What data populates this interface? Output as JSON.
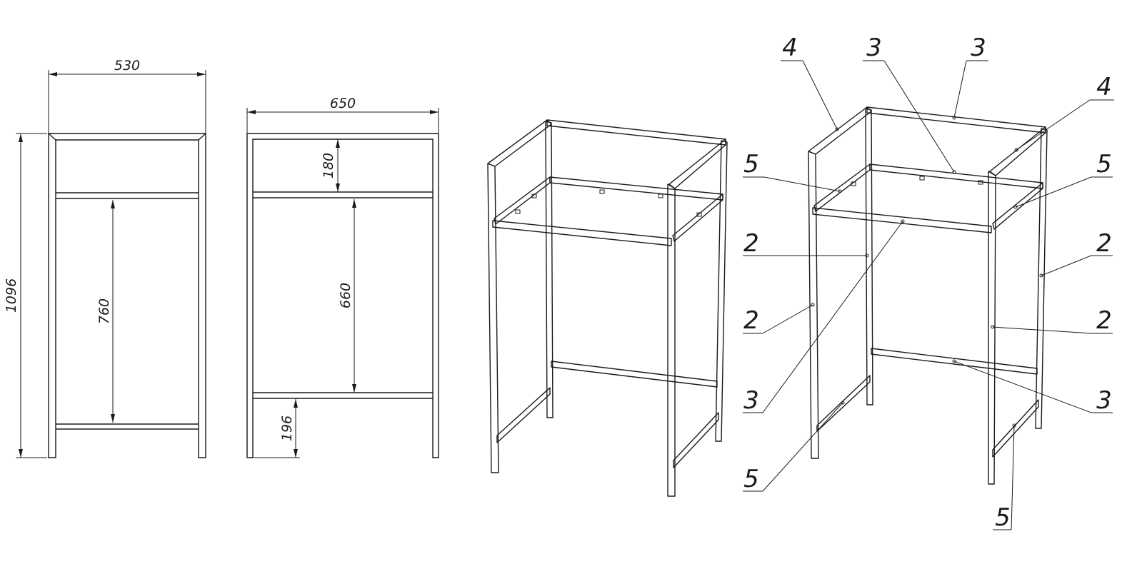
{
  "front_view": {
    "width_dim": "530",
    "height_dim": "1096",
    "inner_dim": "760"
  },
  "side_view": {
    "width_dim": "650",
    "top_dim": "180",
    "mid_dim": "660",
    "bottom_dim": "196"
  },
  "callouts": {
    "top_left_4": "4",
    "top_mid_3": "3",
    "top_right_3": "3",
    "right_4": "4",
    "left_5_upper": "5",
    "right_5_upper": "5",
    "left_2_upper": "2",
    "right_2_upper": "2",
    "left_2_lower": "2",
    "right_2_lower": "2",
    "left_3_lower": "3",
    "right_3_lower": "3",
    "left_5_lower": "5",
    "bottom_5": "5"
  }
}
